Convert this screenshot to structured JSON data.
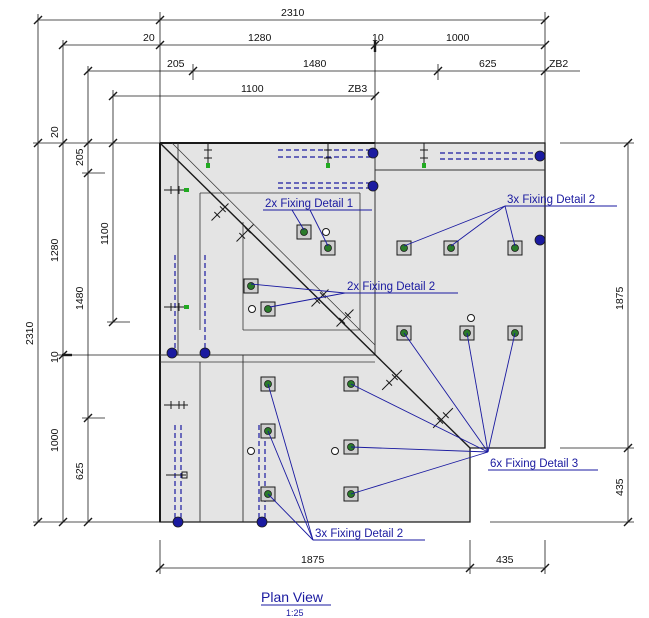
{
  "dimensions": {
    "top": {
      "overall": "2310",
      "r1_a": "20",
      "r1_b": "1280",
      "r1_c": "10",
      "r1_d": "1000",
      "r2_a": "205",
      "r2_b": "1480",
      "r2_c": "625",
      "r2_tag": "ZB2",
      "r3_a": "1100",
      "r3_tag": "ZB3"
    },
    "left": {
      "overall": "2310",
      "c1_a": "20",
      "c1_b": "1280",
      "c1_c": "10",
      "c1_d": "1000",
      "c2_a": "205",
      "c2_b": "1480",
      "c2_c": "625",
      "c3_a": "1100"
    },
    "right": {
      "a": "1875",
      "b": "435"
    },
    "bottom": {
      "a": "1875",
      "b": "435"
    }
  },
  "callouts": {
    "fixing1": "2x Fixing Detail 1",
    "fixing2_top": "3x Fixing Detail 2",
    "fixing2_mid": "2x Fixing Detail 2",
    "fixing3": "6x Fixing Detail 3",
    "fixing2_bottom": "3x Fixing Detail 2"
  },
  "title": {
    "main": "Plan View",
    "scale": "1:25"
  },
  "colors": {
    "panel": "#e4e4e4",
    "annotation": "#1a1aa0",
    "outline": "#1a1a1a",
    "bolt": "#22aa22"
  }
}
